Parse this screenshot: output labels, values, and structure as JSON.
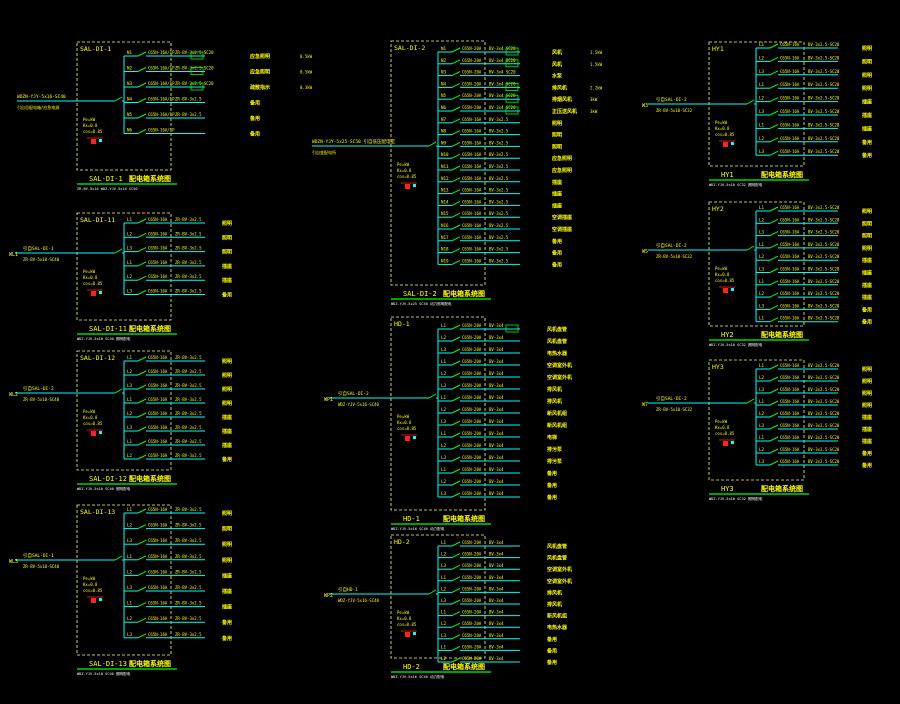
{
  "drawing": {
    "title_suffix": "配电箱系统图",
    "colors": {
      "background": "#000000",
      "wire": "#00ffff",
      "box": "#ffff66",
      "text": "#ffff00",
      "breaker": "#00ff00",
      "underline": "#00ff00",
      "note": "#ffffff",
      "red": "#ff2020"
    }
  },
  "panels": [
    {
      "id": "SAL-DI-1",
      "title": "SAL-DI-1",
      "footer": "SAL-DI-1",
      "note": "ZR-BV-5x16 WDZ-YJV-5x16 SC50",
      "incoming": {
        "code": "",
        "label": "WDZN-YJY-5x16-SC40",
        "sub": "引自总配电箱/应急电源"
      },
      "circuits": [
        {
          "n": "N1",
          "dev": "C65N-16A/1P",
          "cable": "ZR-BV-3x2.5 SC20",
          "load": "应急照明",
          "extra": "0.5kW",
          "tag": true
        },
        {
          "n": "N2",
          "dev": "C65N-16A/1P",
          "cable": "ZR-BV-3x2.5 SC20",
          "load": "应急照明",
          "extra": "0.5kW",
          "tag": true
        },
        {
          "n": "N3",
          "dev": "C65N-16A/1P",
          "cable": "ZR-BV-3x2.5 SC20",
          "load": "疏散指示",
          "extra": "0.3kW",
          "tag": true
        },
        {
          "n": "N4",
          "dev": "C65N-16A/1P",
          "cable": "ZR-BV-3x2.5",
          "load": "备用",
          "extra": "",
          "tag": false
        },
        {
          "n": "N5",
          "dev": "C65N-16A/1P",
          "cable": "ZR-BV-3x2.5",
          "load": "备用",
          "extra": "",
          "tag": false
        },
        {
          "n": "N6",
          "dev": "C65N-16A/1P",
          "cable": "",
          "load": "备用",
          "extra": "",
          "tag": false
        }
      ]
    },
    {
      "id": "SAL-DI-11",
      "title": "SAL-DI-11",
      "footer": "SAL-DI-11",
      "note": "WDZ-YJV-5x10 SC40 照明配电",
      "incoming": {
        "code": "WL1",
        "label": "引自SAL-DI-1",
        "sub": "ZR-BV-5x10-SC40"
      },
      "circuits": [
        {
          "n": "L1",
          "dev": "C65N-16A",
          "cable": "ZR-BV-3x2.5",
          "load": "照明"
        },
        {
          "n": "L2",
          "dev": "C65N-16A",
          "cable": "ZR-BV-3x2.5",
          "load": "照明"
        },
        {
          "n": "L3",
          "dev": "C65N-16A",
          "cable": "ZR-BV-3x2.5",
          "load": "照明"
        },
        {
          "n": "L1",
          "dev": "C65N-16A",
          "cable": "ZR-BV-3x2.5",
          "load": "插座"
        },
        {
          "n": "L2",
          "dev": "C65N-16A",
          "cable": "ZR-BV-3x2.5",
          "load": "插座"
        },
        {
          "n": "L3",
          "dev": "C65N-16A",
          "cable": "ZR-BV-3x2.5",
          "load": "备用"
        }
      ]
    },
    {
      "id": "SAL-DI-12",
      "title": "SAL-DI-12",
      "footer": "SAL-DI-12",
      "note": "WDZ-YJV-5x10 SC40 照明配电",
      "incoming": {
        "code": "WL2",
        "label": "引自SAL-DI-2",
        "sub": "ZR-BV-5x10-SC40"
      },
      "circuits": [
        {
          "n": "L1",
          "dev": "C65N-16A",
          "cable": "ZR-BV-3x2.5",
          "load": "照明"
        },
        {
          "n": "L2",
          "dev": "C65N-16A",
          "cable": "ZR-BV-3x2.5",
          "load": "照明"
        },
        {
          "n": "L3",
          "dev": "C65N-16A",
          "cable": "ZR-BV-3x2.5",
          "load": "照明"
        },
        {
          "n": "L1",
          "dev": "C65N-16A",
          "cable": "ZR-BV-3x2.5",
          "load": "照明"
        },
        {
          "n": "L2",
          "dev": "C65N-16A",
          "cable": "ZR-BV-3x2.5",
          "load": "插座"
        },
        {
          "n": "L3",
          "dev": "C65N-16A",
          "cable": "ZR-BV-3x2.5",
          "load": "插座"
        },
        {
          "n": "L1",
          "dev": "C65N-16A",
          "cable": "ZR-BV-3x2.5",
          "load": "插座"
        },
        {
          "n": "L2",
          "dev": "C65N-16A",
          "cable": "ZR-BV-3x2.5",
          "load": "备用"
        }
      ]
    },
    {
      "id": "SAL-DI-13",
      "title": "SAL-DI-13",
      "footer": "SAL-DI-13",
      "note": "WDZ-YJV-5x10 SC40 照明配电",
      "incoming": {
        "code": "WL3",
        "label": "引自SAL-DI-1",
        "sub": "ZR-BV-5x10-SC40"
      },
      "circuits": [
        {
          "n": "L1",
          "dev": "C65N-16A",
          "cable": "ZR-BV-3x2.5",
          "load": "照明"
        },
        {
          "n": "L2",
          "dev": "C65N-16A",
          "cable": "ZR-BV-3x2.5",
          "load": "照明"
        },
        {
          "n": "L3",
          "dev": "C65N-16A",
          "cable": "ZR-BV-3x2.5",
          "load": "照明"
        },
        {
          "n": "L1",
          "dev": "C65N-16A",
          "cable": "ZR-BV-3x2.5",
          "load": "照明"
        },
        {
          "n": "L2",
          "dev": "C65N-16A",
          "cable": "ZR-BV-3x2.5",
          "load": "插座"
        },
        {
          "n": "L3",
          "dev": "C65N-16A",
          "cable": "ZR-BV-3x2.5",
          "load": "插座"
        },
        {
          "n": "L1",
          "dev": "C65N-16A",
          "cable": "ZR-BV-3x2.5",
          "load": "插座"
        },
        {
          "n": "L2",
          "dev": "C65N-16A",
          "cable": "ZR-BV-3x2.5",
          "load": "备用"
        },
        {
          "n": "L3",
          "dev": "C65N-16A",
          "cable": "ZR-BV-3x2.5",
          "load": "备用"
        }
      ]
    },
    {
      "id": "SAL-DI-2",
      "title": "SAL-DI-2",
      "footer": "SAL-DI-2",
      "note": "WDZ-YJV-5x25 SC50 动力照明配电",
      "incoming": {
        "code": "",
        "label": "WDZN-YJY-5x25-SC50 引自低压配电室",
        "sub": "引自变配电所"
      },
      "circuits": [
        {
          "n": "N1",
          "dev": "C65N-20A",
          "cable": "BV-3x4 SC20",
          "load": "风机",
          "extra": "1.5kW",
          "tag": true
        },
        {
          "n": "N2",
          "dev": "C65N-20A",
          "cable": "BV-3x4 SC20",
          "load": "风机",
          "extra": "1.5kW",
          "tag": true
        },
        {
          "n": "N3",
          "dev": "C65N-20A",
          "cable": "BV-3x4 SC20",
          "load": "水泵",
          "extra": "",
          "tag": false
        },
        {
          "n": "N4",
          "dev": "C65N-20A",
          "cable": "BV-3x4 SC20",
          "load": "排风机",
          "extra": "2.2kW",
          "tag": true
        },
        {
          "n": "N5",
          "dev": "C65N-20A",
          "cable": "BV-3x4 SC20",
          "load": "排烟风机",
          "extra": "3kW",
          "tag": true
        },
        {
          "n": "N6",
          "dev": "C65N-20A",
          "cable": "BV-3x4 SC20",
          "load": "正压送风机",
          "extra": "3kW",
          "tag": true
        },
        {
          "n": "N7",
          "dev": "C65N-16A",
          "cable": "BV-3x2.5",
          "load": "照明"
        },
        {
          "n": "N8",
          "dev": "C65N-16A",
          "cable": "BV-3x2.5",
          "load": "照明"
        },
        {
          "n": "N9",
          "dev": "C65N-16A",
          "cable": "BV-3x2.5",
          "load": "照明"
        },
        {
          "n": "N10",
          "dev": "C65N-16A",
          "cable": "BV-3x2.5",
          "load": "应急照明"
        },
        {
          "n": "N11",
          "dev": "C65N-16A",
          "cable": "BV-3x2.5",
          "load": "应急照明"
        },
        {
          "n": "N12",
          "dev": "C65N-16A",
          "cable": "BV-3x2.5",
          "load": "插座"
        },
        {
          "n": "N13",
          "dev": "C65N-16A",
          "cable": "BV-3x2.5",
          "load": "插座"
        },
        {
          "n": "N14",
          "dev": "C65N-16A",
          "cable": "BV-3x2.5",
          "load": "插座"
        },
        {
          "n": "N15",
          "dev": "C65N-16A",
          "cable": "BV-3x2.5",
          "load": "空调插座"
        },
        {
          "n": "N16",
          "dev": "C65N-16A",
          "cable": "BV-3x2.5",
          "load": "空调插座"
        },
        {
          "n": "N17",
          "dev": "C65N-16A",
          "cable": "BV-3x2.5",
          "load": "备用"
        },
        {
          "n": "N18",
          "dev": "C65N-16A",
          "cable": "BV-3x2.5",
          "load": "备用"
        },
        {
          "n": "N19",
          "dev": "C65N-16A",
          "cable": "BV-3x2.5",
          "load": "备用"
        }
      ]
    },
    {
      "id": "HD-1",
      "title": "HD-1",
      "footer": "HD-1",
      "note": "WDZ-YJV-5x16 SC40 动力配电",
      "incoming": {
        "code": "WP1",
        "label": "引自SAL-DI-2",
        "sub": "WDZ-YJV-5x16-SC40"
      },
      "circuits": [
        {
          "n": "L1",
          "dev": "C65N-20A",
          "cable": "BV-3x4",
          "load": "风机盘管",
          "extra": "",
          "tag": true
        },
        {
          "n": "L2",
          "dev": "C65N-20A",
          "cable": "BV-3x4",
          "load": "风机盘管"
        },
        {
          "n": "L3",
          "dev": "C65N-20A",
          "cable": "BV-3x4",
          "load": "电热水器"
        },
        {
          "n": "L1",
          "dev": "C65N-20A",
          "cable": "BV-3x4",
          "load": "空调室外机"
        },
        {
          "n": "L2",
          "dev": "C65N-20A",
          "cable": "BV-3x4",
          "load": "空调室外机"
        },
        {
          "n": "L3",
          "dev": "C65N-20A",
          "cable": "BV-3x4",
          "load": "排风机"
        },
        {
          "n": "L1",
          "dev": "C65N-20A",
          "cable": "BV-3x4",
          "load": "排风机"
        },
        {
          "n": "L2",
          "dev": "C65N-20A",
          "cable": "BV-3x4",
          "load": "新风机组"
        },
        {
          "n": "L3",
          "dev": "C65N-20A",
          "cable": "BV-3x4",
          "load": "新风机组"
        },
        {
          "n": "L1",
          "dev": "C65N-20A",
          "cable": "BV-3x4",
          "load": "电梯"
        },
        {
          "n": "L2",
          "dev": "C65N-20A",
          "cable": "BV-3x4",
          "load": "排污泵"
        },
        {
          "n": "L3",
          "dev": "C65N-20A",
          "cable": "BV-3x4",
          "load": "排污泵"
        },
        {
          "n": "L1",
          "dev": "C65N-20A",
          "cable": "BV-3x4",
          "load": "备用"
        },
        {
          "n": "L2",
          "dev": "C65N-20A",
          "cable": "BV-3x4",
          "load": "备用"
        },
        {
          "n": "L3",
          "dev": "C65N-20A",
          "cable": "BV-3x4",
          "load": "备用"
        }
      ]
    },
    {
      "id": "HD-2",
      "title": "HD-2",
      "footer": "HD-2",
      "note": "WDZ-YJV-5x16 SC40 动力配电",
      "incoming": {
        "code": "WP2",
        "label": "引自HD-1",
        "sub": "WDZ-YJV-5x16-SC40"
      },
      "circuits": [
        {
          "n": "L1",
          "dev": "C65N-20A",
          "cable": "BV-3x4",
          "load": "风机盘管"
        },
        {
          "n": "L2",
          "dev": "C65N-20A",
          "cable": "BV-3x4",
          "load": "风机盘管"
        },
        {
          "n": "L3",
          "dev": "C65N-20A",
          "cable": "BV-3x4",
          "load": "空调室外机"
        },
        {
          "n": "L1",
          "dev": "C65N-20A",
          "cable": "BV-3x4",
          "load": "空调室外机"
        },
        {
          "n": "L2",
          "dev": "C65N-20A",
          "cable": "BV-3x4",
          "load": "排风机"
        },
        {
          "n": "L3",
          "dev": "C65N-20A",
          "cable": "BV-3x4",
          "load": "排风机"
        },
        {
          "n": "L1",
          "dev": "C65N-20A",
          "cable": "BV-3x4",
          "load": "新风机组"
        },
        {
          "n": "L2",
          "dev": "C65N-20A",
          "cable": "BV-3x4",
          "load": "电热水器"
        },
        {
          "n": "L3",
          "dev": "C65N-20A",
          "cable": "BV-3x4",
          "load": "备用"
        },
        {
          "n": "L1",
          "dev": "C65N-20A",
          "cable": "BV-3x4",
          "load": "备用"
        },
        {
          "n": "L2",
          "dev": "C65N-20A",
          "cable": "BV-3x4",
          "load": "备用"
        }
      ]
    },
    {
      "id": "HY1",
      "title": "HY1",
      "footer": "HY1",
      "note": "WDZ-YJV-5x10 SC32 照明配电",
      "incoming": {
        "code": "W3",
        "label": "引自SAL-DI-2",
        "sub": "ZR-BV-5x10-SC32"
      },
      "circuits": [
        {
          "n": "L1",
          "dev": "C65N-16A",
          "cable": "BV-3x2.5-SC20",
          "load": "照明"
        },
        {
          "n": "L2",
          "dev": "C65N-16A",
          "cable": "BV-3x2.5-SC20",
          "load": "照明"
        },
        {
          "n": "L3",
          "dev": "C65N-16A",
          "cable": "BV-3x2.5-SC20",
          "load": "照明"
        },
        {
          "n": "L1",
          "dev": "C65N-16A",
          "cable": "BV-3x2.5-SC20",
          "load": "照明"
        },
        {
          "n": "L2",
          "dev": "C65N-16A",
          "cable": "BV-3x2.5-SC20",
          "load": "插座"
        },
        {
          "n": "L3",
          "dev": "C65N-16A",
          "cable": "BV-3x2.5-SC20",
          "load": "插座"
        },
        {
          "n": "L1",
          "dev": "C65N-16A",
          "cable": "BV-3x2.5-SC20",
          "load": "插座"
        },
        {
          "n": "L2",
          "dev": "C65N-16A",
          "cable": "BV-3x2.5-SC20",
          "load": "备用"
        },
        {
          "n": "L3",
          "dev": "C65N-16A",
          "cable": "BV-3x2.5-SC20",
          "load": "备用"
        }
      ]
    },
    {
      "id": "HY2",
      "title": "HY2",
      "footer": "HY2",
      "note": "WDZ-YJV-5x10 SC32 照明配电",
      "incoming": {
        "code": "W5",
        "label": "引自SAL-DI-2",
        "sub": "ZR-BV-5x10-SC32"
      },
      "circuits": [
        {
          "n": "L1",
          "dev": "C65N-16A",
          "cable": "BV-3x2.5-SC20",
          "load": "照明"
        },
        {
          "n": "L2",
          "dev": "C65N-16A",
          "cable": "BV-3x2.5-SC20",
          "load": "照明"
        },
        {
          "n": "L3",
          "dev": "C65N-16A",
          "cable": "BV-3x2.5-SC20",
          "load": "照明"
        },
        {
          "n": "L1",
          "dev": "C65N-16A",
          "cable": "BV-3x2.5-SC20",
          "load": "照明"
        },
        {
          "n": "L2",
          "dev": "C65N-16A",
          "cable": "BV-3x2.5-SC20",
          "load": "插座"
        },
        {
          "n": "L3",
          "dev": "C65N-16A",
          "cable": "BV-3x2.5-SC20",
          "load": "插座"
        },
        {
          "n": "L1",
          "dev": "C65N-16A",
          "cable": "BV-3x2.5-SC20",
          "load": "插座"
        },
        {
          "n": "L2",
          "dev": "C65N-16A",
          "cable": "BV-3x2.5-SC20",
          "load": "插座"
        },
        {
          "n": "L3",
          "dev": "C65N-16A",
          "cable": "BV-3x2.5-SC20",
          "load": "备用"
        },
        {
          "n": "L1",
          "dev": "C65N-16A",
          "cable": "BV-3x2.5-SC20",
          "load": "备用"
        }
      ]
    },
    {
      "id": "HY3",
      "title": "HY3",
      "footer": "HY3",
      "note": "WDZ-YJV-5x10 SC32 照明配电",
      "incoming": {
        "code": "W7",
        "label": "引自SAL-DI-2",
        "sub": "ZR-BV-5x10-SC32"
      },
      "circuits": [
        {
          "n": "L1",
          "dev": "C65N-16A",
          "cable": "BV-3x2.5-SC20",
          "load": "照明"
        },
        {
          "n": "L2",
          "dev": "C65N-16A",
          "cable": "BV-3x2.5-SC20",
          "load": "照明"
        },
        {
          "n": "L3",
          "dev": "C65N-16A",
          "cable": "BV-3x2.5-SC20",
          "load": "照明"
        },
        {
          "n": "L1",
          "dev": "C65N-16A",
          "cable": "BV-3x2.5-SC20",
          "load": "照明"
        },
        {
          "n": "L2",
          "dev": "C65N-16A",
          "cable": "BV-3x2.5-SC20",
          "load": "插座"
        },
        {
          "n": "L3",
          "dev": "C65N-16A",
          "cable": "BV-3x2.5-SC20",
          "load": "插座"
        },
        {
          "n": "L1",
          "dev": "C65N-16A",
          "cable": "BV-3x2.5-SC20",
          "load": "插座"
        },
        {
          "n": "L2",
          "dev": "C65N-16A",
          "cable": "BV-3x2.5-SC20",
          "load": "备用"
        },
        {
          "n": "L3",
          "dev": "C65N-16A",
          "cable": "BV-3x2.5-SC20",
          "load": "备用"
        }
      ]
    }
  ]
}
